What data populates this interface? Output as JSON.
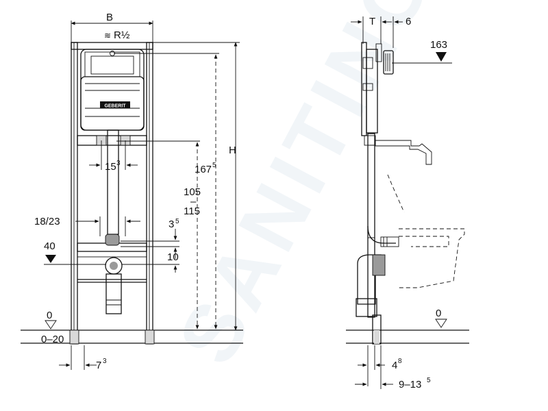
{
  "watermark": "SANITINO",
  "left_view": {
    "labels": {
      "B": "B",
      "R": "R½",
      "H": "H",
      "d167": "167",
      "d167_sup": "5",
      "d105": "105",
      "dash": "–",
      "d115": "115",
      "d15": "15",
      "d15_sup": "3",
      "d1823": "18/23",
      "d3": "3",
      "d3_sup": "5",
      "d40": "40",
      "d10": "10",
      "d0": "0",
      "d020": "0–20",
      "d7": "7",
      "d7_sup": "3"
    },
    "brand": "GEBERIT"
  },
  "right_view": {
    "labels": {
      "T": "T",
      "d6": "6",
      "d163": "163",
      "d0": "0",
      "d4": "4",
      "d4_sup": "8",
      "d913": "9–13",
      "d913_sup": "5"
    }
  }
}
